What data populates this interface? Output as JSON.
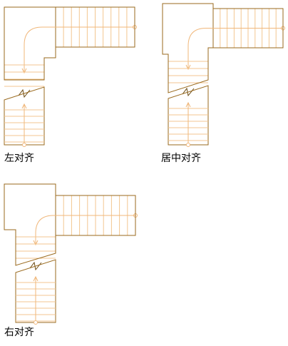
{
  "captions": {
    "left": "左对齐",
    "center": "居中对齐",
    "right": "右对齐"
  },
  "colors": {
    "wall": "#9a6a1e",
    "tread": "#f3c690",
    "arrow": "#f0b77a",
    "background": "#ffffff",
    "text": "#000000"
  }
}
